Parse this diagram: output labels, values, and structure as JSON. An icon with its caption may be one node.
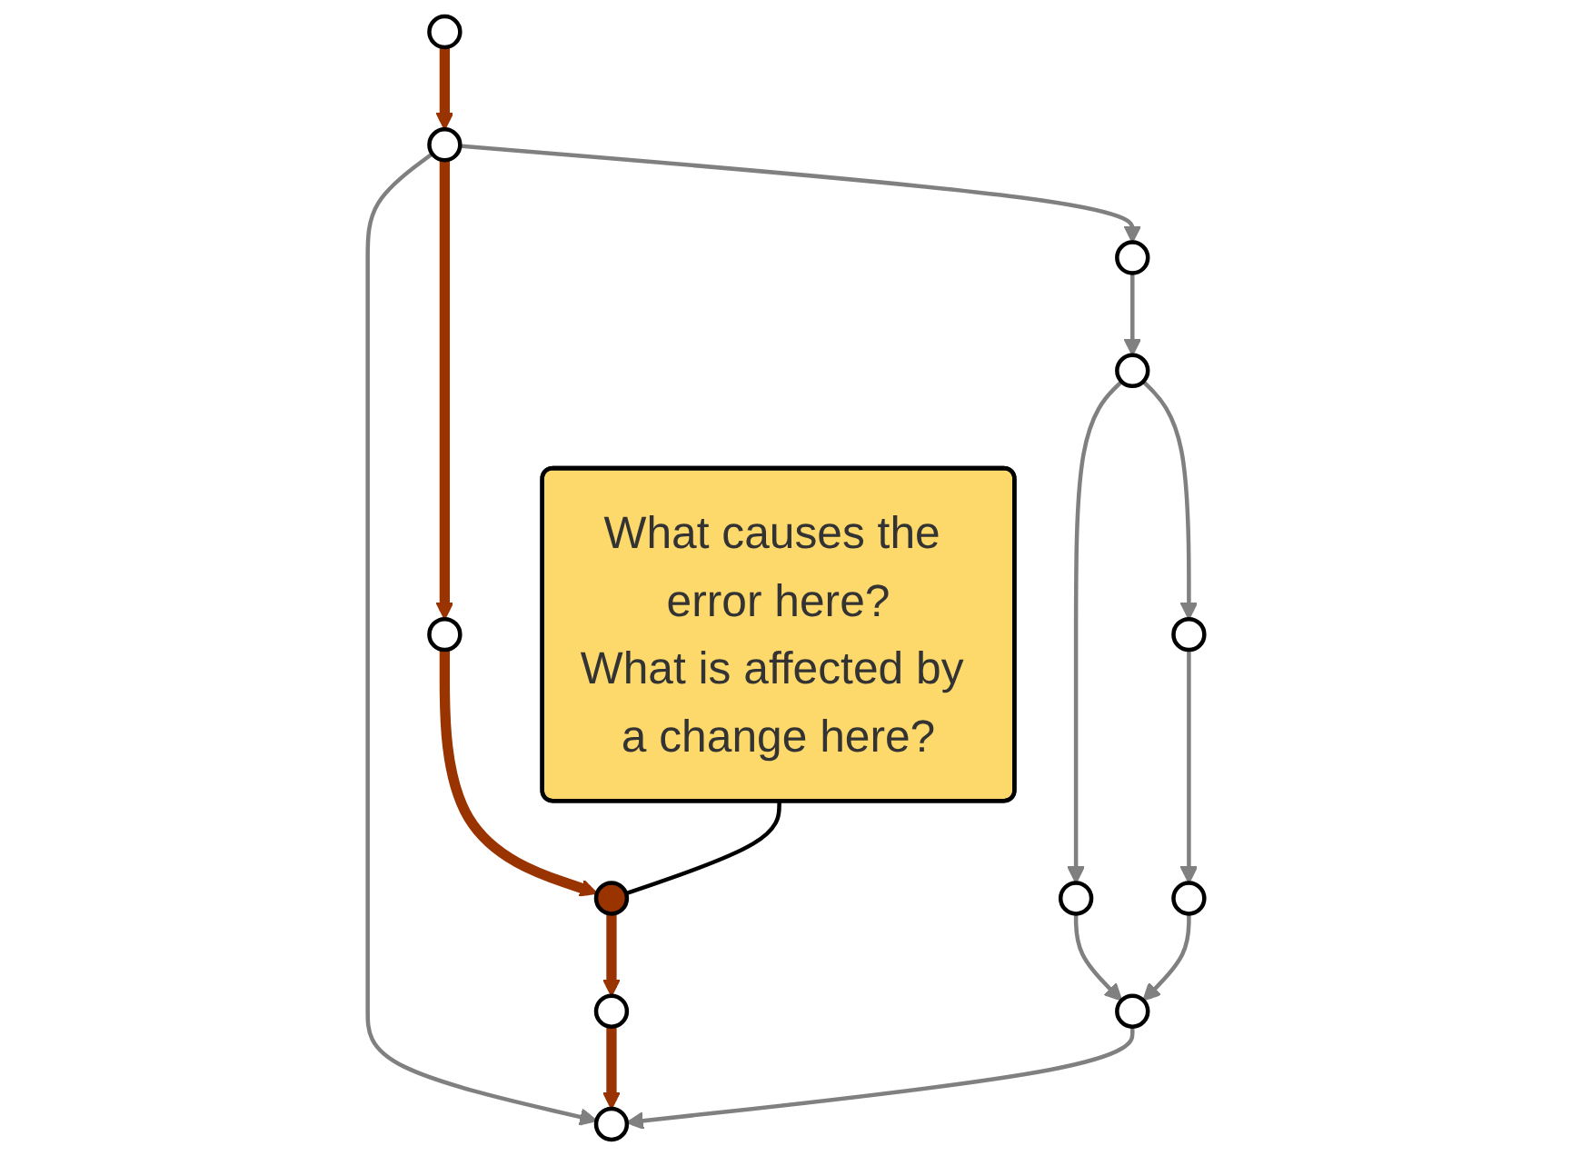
{
  "diagram": {
    "nodes": [
      {
        "text": [],
        "shape": "circle"
      },
      {
        "text": [],
        "shape": "circle"
      },
      {
        "text": [],
        "shape": "circle"
      },
      {
        "text": [],
        "shape": "circle"
      },
      {
        "text": [],
        "shape": "circle"
      },
      {
        "text": [],
        "shape": "circle"
      },
      {
        "text": [],
        "shape": "circle"
      },
      {
        "text": [],
        "shape": "circle"
      },
      {
        "text": [],
        "shape": "circle"
      },
      {
        "text": [],
        "shape": "circle"
      },
      {
        "text": [],
        "shape": "circle"
      },
      {
        "text": [],
        "shape": "circle"
      },
      {
        "text": [
          "What causes the error here?",
          "What is affected by a change here?"
        ]
      }
    ],
    "edges": [
      {
        "from": 0,
        "to": 1,
        "arrow": "to",
        "style": "thick",
        "color": "#993300"
      },
      {
        "from": 1,
        "to": 2,
        "arrow": "to"
      },
      {
        "from": 2,
        "to": 3,
        "arrow": "to"
      },
      {
        "from": 3,
        "to": 4,
        "arrow": "to"
      },
      {
        "from": 3,
        "to": 5,
        "arrow": "to"
      },
      {
        "from": 4,
        "to": 6,
        "arrow": "to"
      },
      {
        "from": 5,
        "to": 7,
        "arrow": "to"
      },
      {
        "from": 6,
        "to": 7,
        "arrow": "to"
      },
      {
        "from": 1,
        "to": 8,
        "arrow": "to",
        "style": "thick",
        "color": "#993300"
      },
      {
        "from": 8,
        "to": 9,
        "arrow": "to",
        "style": "thick",
        "color": "#993300"
      },
      {
        "from": 9,
        "to": 10,
        "arrow": "to",
        "style": "thick",
        "color": "#993300"
      },
      {
        "from": 1,
        "to": 11,
        "arrow": "to"
      },
      {
        "from": 10,
        "to": 11,
        "arrow": "to",
        "style": "thick",
        "color": "#993300"
      },
      {
        "from": 7,
        "to": 11,
        "arrow": "to"
      },
      {
        "from": 12,
        "to": 9,
        "arrow": "none",
        "color": "#000000"
      }
    ]
  }
}
